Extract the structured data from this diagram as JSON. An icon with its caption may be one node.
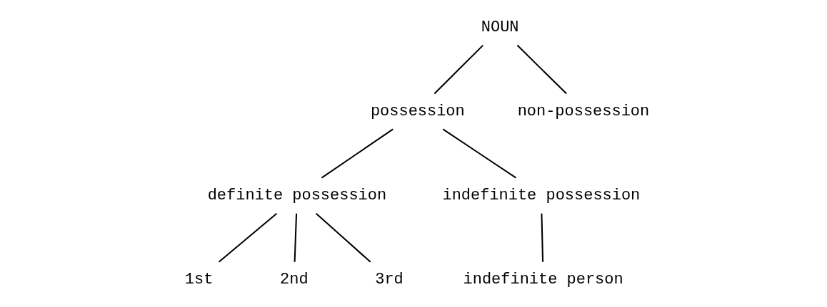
{
  "diagram": {
    "nodes": [
      {
        "text": [
          "NOUN"
        ]
      },
      {
        "text": [
          "possession"
        ]
      },
      {
        "text": [
          "non-possession"
        ]
      },
      {
        "text": [
          "definite possession"
        ]
      },
      {
        "text": [
          "indefinite possession"
        ]
      },
      {
        "text": [
          "1st"
        ]
      },
      {
        "text": [
          "2nd"
        ]
      },
      {
        "text": [
          "3rd"
        ]
      },
      {
        "text": [
          "indefinite person"
        ]
      }
    ],
    "edges": [
      {
        "from": 0,
        "to": 1,
        "arrow": "none"
      },
      {
        "from": 0,
        "to": 2,
        "arrow": "none"
      },
      {
        "from": 1,
        "to": 3,
        "arrow": "none"
      },
      {
        "from": 1,
        "to": 4,
        "arrow": "none"
      },
      {
        "from": 3,
        "to": 5,
        "arrow": "none"
      },
      {
        "from": 3,
        "to": 6,
        "arrow": "none"
      },
      {
        "from": 3,
        "to": 7,
        "arrow": "none"
      },
      {
        "from": 4,
        "to": 8,
        "arrow": "none"
      }
    ]
  }
}
